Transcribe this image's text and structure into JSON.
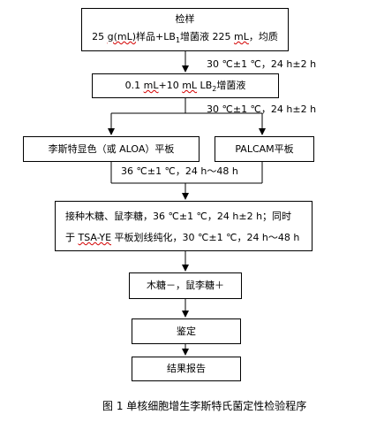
{
  "box1": {
    "title": "检样",
    "line_pre": "25 ",
    "line_u1": "g(mL)",
    "line_mid": "样品+LB",
    "line_sub": "1",
    "line_mid2": "增菌液 225 ",
    "line_u2": "mL",
    "line_post": "，均质"
  },
  "cond1": "30 ℃±1 ℃，24 h±2 h",
  "box2": {
    "pre": "0.1 ",
    "u1": "mL",
    "mid": "+10 ",
    "u2": "mL",
    "mid2": " LB",
    "sub": "2",
    "post": "增菌液"
  },
  "cond2": "30 ℃±1 ℃，24 h±2 h",
  "box3a": "李斯特显色（或 ALOA）平板",
  "box3b": "PALCAM平板",
  "cond3": "36 ℃±1 ℃，24 h～48 h",
  "box4": {
    "line1": "接种木糖、鼠李糖，36 ℃±1 ℃，24 h±2 h；同时",
    "line2_pre": "于 ",
    "line2_u": "TSA-YE",
    "line2_post": " 平板划线纯化，30 ℃±1 ℃，24 h～48 h"
  },
  "box5": "木糖－，鼠李糖＋",
  "box6": "鉴定",
  "box7": "结果报告",
  "caption": "图 1 单核细胞增生李斯特氏菌定性检验程序"
}
